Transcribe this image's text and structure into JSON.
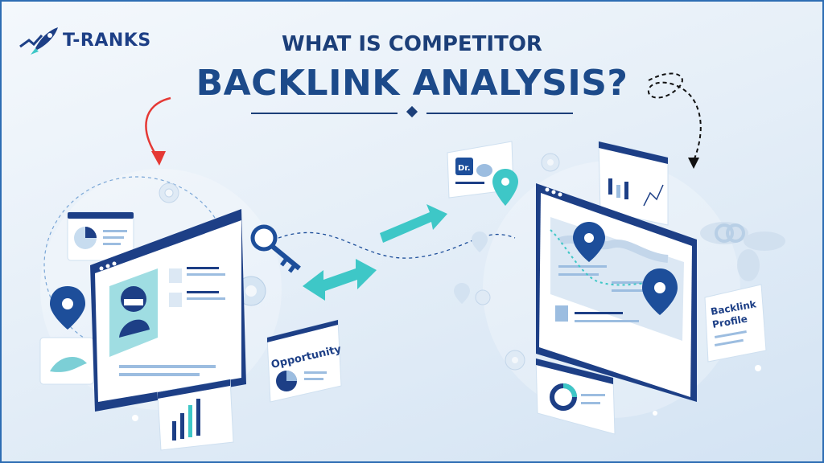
{
  "brand": {
    "name": "T-RANKS"
  },
  "header": {
    "title_line1": "WHAT IS COMPETITOR",
    "title_line2": "BACKLINK ANALYSIS?"
  },
  "illustration": {
    "opportunity_label": "Opportunity",
    "backlink_label_line1": "Backlink",
    "backlink_label_line2": "Profile",
    "badge_label": "Dr."
  },
  "colors": {
    "navy": "#1d3f86",
    "teal": "#3ec7c7",
    "red_arrow": "#e53935"
  }
}
